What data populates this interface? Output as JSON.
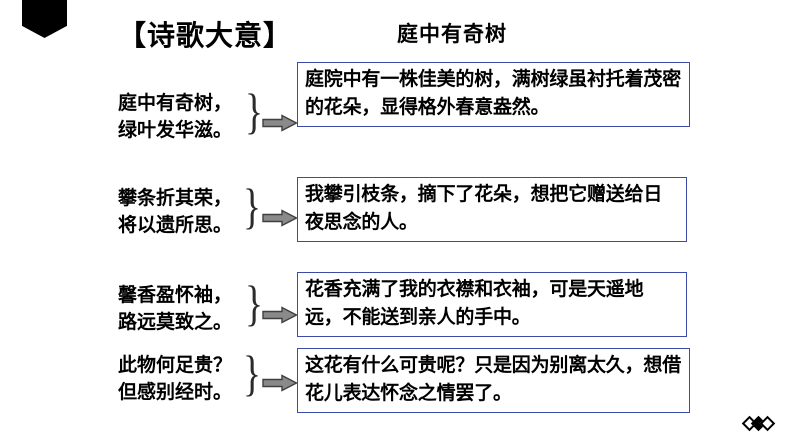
{
  "header": {
    "section_title": "【诗歌大意】",
    "poem_title": "庭中有奇树",
    "banner_icon": "bookmark-ribbon-icon"
  },
  "rows": [
    {
      "verse_line_1": "庭中有奇树，",
      "verse_line_2": "绿叶发华滋。",
      "brace": "}",
      "arrow_icon": "right-arrow-icon",
      "translation": "庭院中有一株佳美的树，满树绿虽衬托着茂密的花朵，显得格外春意盎然。"
    },
    {
      "verse_line_1": "攀条折其荣，",
      "verse_line_2": "将以遗所思。",
      "brace": "}",
      "arrow_icon": "right-arrow-icon",
      "translation": "我攀引枝条，摘下了花朵，想把它赠送给日夜思念的人。"
    },
    {
      "verse_line_1": "馨香盈怀袖，",
      "verse_line_2": "路远莫致之。",
      "brace": "}",
      "arrow_icon": "right-arrow-icon",
      "translation": "花香充满了我的衣襟和衣袖，可是天遥地远，不能送到亲人的手中。"
    },
    {
      "verse_line_1": "此物何足贵？",
      "verse_line_2": "但感别经时。",
      "brace": "}",
      "arrow_icon": "right-arrow-icon",
      "translation": "这花有什么可贵呢？只是因为别离太久，想借花儿表达怀念之情罢了。"
    }
  ],
  "footer": {
    "decoration_icon": "diamond-trio-icon"
  },
  "colors": {
    "box_border": "#3b4ba8",
    "arrow_fill": "#808080",
    "arrow_stroke": "#3f3f3f",
    "text": "#000000",
    "background": "#ffffff"
  }
}
